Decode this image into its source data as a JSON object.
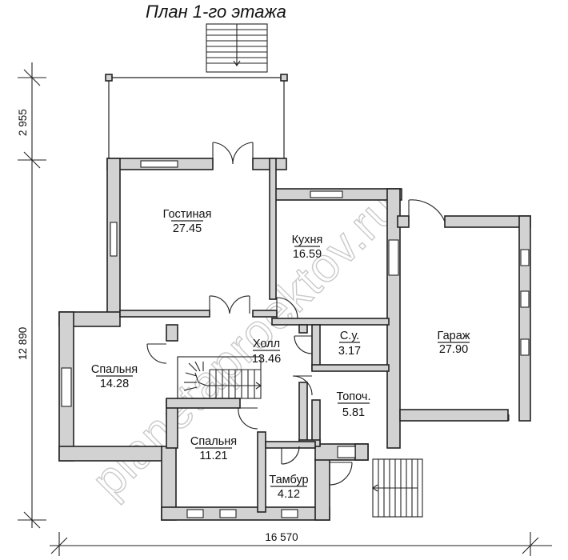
{
  "title": "План 1-го этажа",
  "watermark": "planetaproektov.ru",
  "rooms": [
    {
      "name": "Гостиная",
      "area": "27.45"
    },
    {
      "name": "Кухня",
      "area": "16.59"
    },
    {
      "name": "Гараж",
      "area": "27.90"
    },
    {
      "name": "Холл",
      "area": "13.46"
    },
    {
      "name": "С.у.",
      "area": "3.17"
    },
    {
      "name": "Спальня",
      "area": "14.28"
    },
    {
      "name": "Топоч.",
      "area": "5.81"
    },
    {
      "name": "Спальня",
      "area": "11.21"
    },
    {
      "name": "Тамбур",
      "area": "4.12"
    }
  ],
  "dimensions": {
    "terrace_depth": "2 955",
    "total_depth": "12 890",
    "total_width": "16 570"
  }
}
